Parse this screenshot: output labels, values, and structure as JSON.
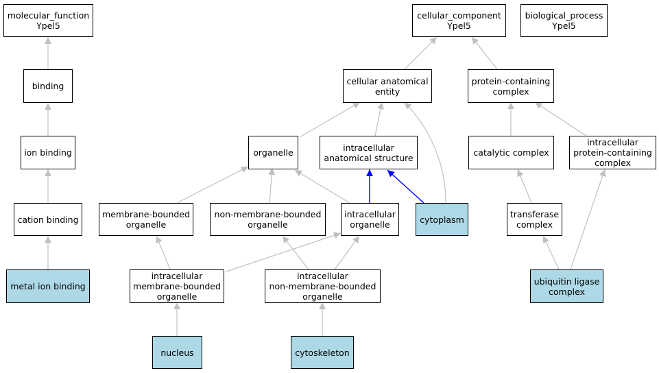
{
  "nodes": {
    "molecular_function": {
      "line1": "molecular_function",
      "line2": "Ypel5"
    },
    "cellular_component": {
      "line1": "cellular_component",
      "line2": "Ypel5"
    },
    "biological_process": {
      "line1": "biological_process",
      "line2": "Ypel5"
    },
    "binding": {
      "line1": "binding"
    },
    "cellular_anatomical_entity": {
      "line1": "cellular anatomical",
      "line2": "entity"
    },
    "protein_containing_complex": {
      "line1": "protein-containing",
      "line2": "complex"
    },
    "ion_binding": {
      "line1": "ion binding"
    },
    "organelle": {
      "line1": "organelle"
    },
    "intracellular_anatomical_structure": {
      "line1": "intracellular",
      "line2": "anatomical structure"
    },
    "catalytic_complex": {
      "line1": "catalytic complex"
    },
    "intracellular_protein_containing_complex": {
      "line1": "intracellular",
      "line2": "protein-containing",
      "line3": "complex"
    },
    "cation_binding": {
      "line1": "cation binding"
    },
    "membrane_bounded_organelle": {
      "line1": "membrane-bounded",
      "line2": "organelle"
    },
    "non_membrane_bounded_organelle": {
      "line1": "non-membrane-bounded",
      "line2": "organelle"
    },
    "intracellular_organelle": {
      "line1": "intracellular",
      "line2": "organelle"
    },
    "cytoplasm": {
      "line1": "cytoplasm"
    },
    "transferase_complex": {
      "line1": "transferase",
      "line2": "complex"
    },
    "metal_ion_binding": {
      "line1": "metal ion binding"
    },
    "intracellular_membrane_bounded_organelle": {
      "line1": "intracellular",
      "line2": "membrane-bounded",
      "line3": "organelle"
    },
    "intracellular_non_membrane_bounded_organelle": {
      "line1": "intracellular",
      "line2": "non-membrane-bounded",
      "line3": "organelle"
    },
    "ubiquitin_ligase_complex": {
      "line1": "ubiquitin ligase",
      "line2": "complex"
    },
    "nucleus": {
      "line1": "nucleus"
    },
    "cytoskeleton": {
      "line1": "cytoskeleton"
    }
  },
  "colors": {
    "highlight_fill": "#add8e6",
    "edge_default": "#c0c0c0",
    "edge_highlight": "#0000ff",
    "border": "#000000"
  }
}
